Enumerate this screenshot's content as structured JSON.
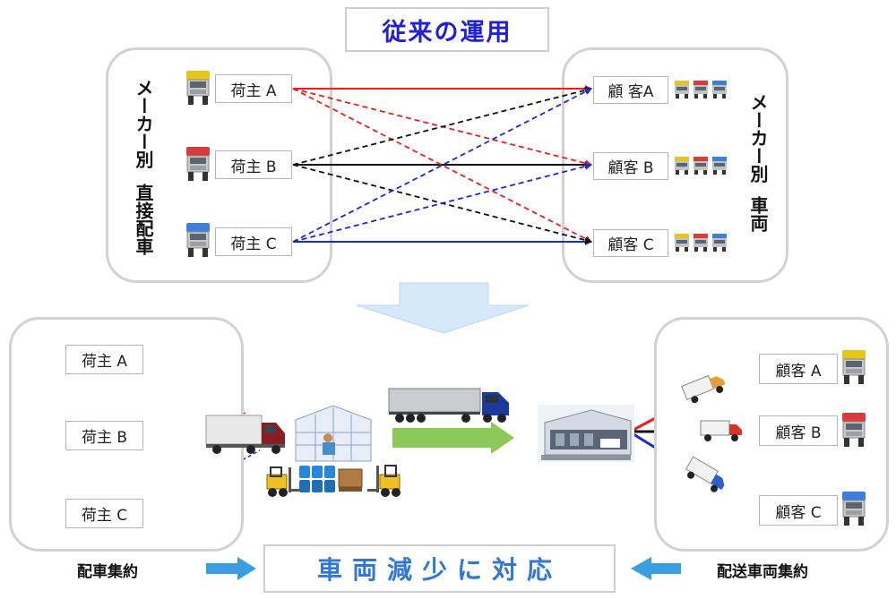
{
  "title": "従来の運用",
  "top": {
    "left_vertical_label_1": "メーカー別",
    "left_vertical_label_2": "直接配車",
    "right_vertical_label_1": "メーカー別",
    "right_vertical_label_2": "車両",
    "shippers": [
      "荷主 A",
      "荷主 B",
      "荷主 C"
    ],
    "customers": [
      "顧 客A",
      "顧客 B",
      "顧客 C"
    ]
  },
  "bottom": {
    "shippers": [
      "荷主 A",
      "荷主 B",
      "荷主 C"
    ],
    "customers": [
      "顧客 A",
      "顧客 B",
      "顧客 C"
    ],
    "left_footer": "配車集約",
    "right_footer": "配送車両集約",
    "result": "車両減少に対応"
  },
  "colors": {
    "title": "#2020d8",
    "route_a": "#e8201c",
    "route_b": "#111111",
    "route_c": "#1c28d0",
    "arrow_green": "#8cc85a",
    "arrow_blue": "#3a9ee0",
    "connector_orange": "#f0a020",
    "result_text": "#2f78d8"
  }
}
